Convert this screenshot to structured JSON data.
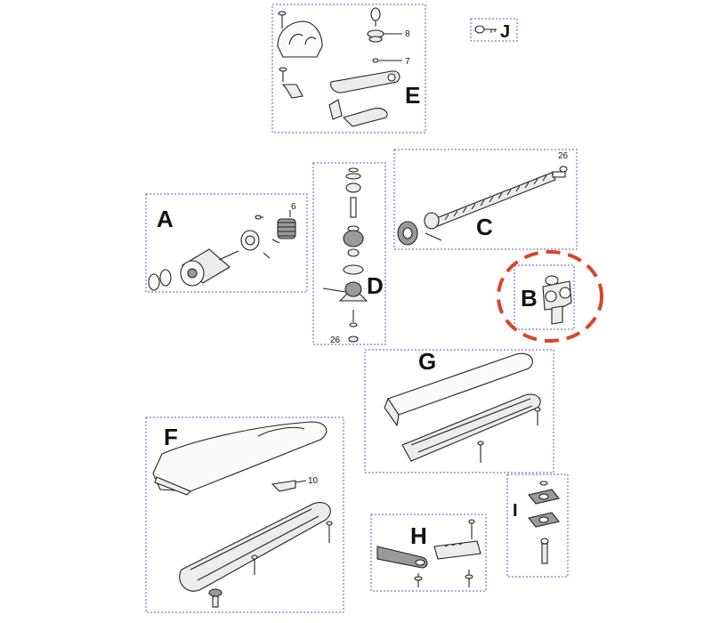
{
  "groups": [
    {
      "id": "A",
      "label": "A"
    },
    {
      "id": "B",
      "label": "B"
    },
    {
      "id": "C",
      "label": "C"
    },
    {
      "id": "D",
      "label": "D"
    },
    {
      "id": "E",
      "label": "E"
    },
    {
      "id": "F",
      "label": "F"
    },
    {
      "id": "G",
      "label": "G"
    },
    {
      "id": "H",
      "label": "H"
    },
    {
      "id": "I",
      "label": "I"
    },
    {
      "id": "J",
      "label": "J"
    }
  ],
  "part_numbers": {
    "e_upper": "8",
    "e_lower": "7",
    "a_gear": "6",
    "c_screw_end": "26",
    "d_bottom": "26",
    "f_bracket": "10"
  },
  "highlighted_group": "B",
  "colors": {
    "group_border": "#5a5fb0",
    "highlight": "#d8452a",
    "line_art": "#222222"
  }
}
